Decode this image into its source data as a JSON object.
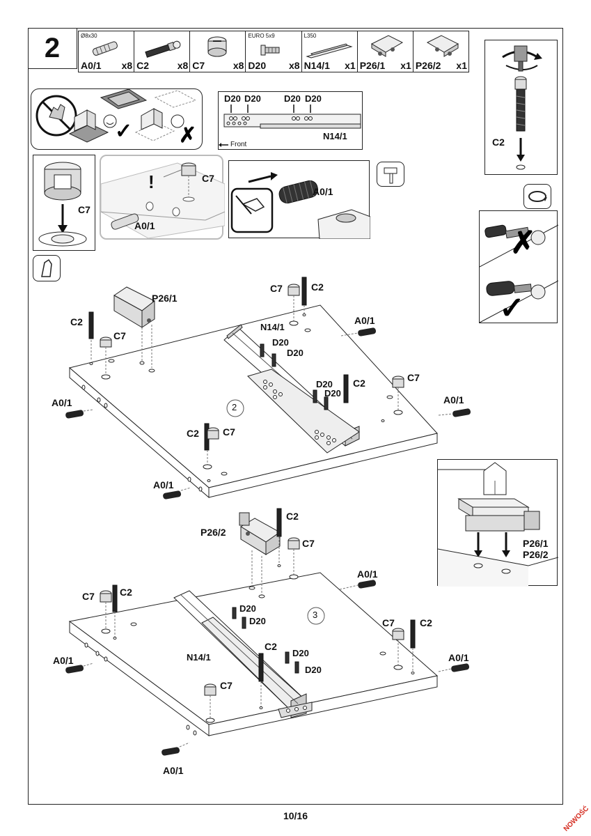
{
  "header": {
    "step_number": "2"
  },
  "parts": [
    {
      "code": "A0/1",
      "qty": "x8",
      "spec": "Ø8x30",
      "icon": "dowel-icon"
    },
    {
      "code": "C2",
      "qty": "x8",
      "spec": "",
      "icon": "cam-bolt-icon"
    },
    {
      "code": "C7",
      "qty": "x8",
      "spec": "",
      "icon": "cam-lock-icon"
    },
    {
      "code": "D20",
      "qty": "x8",
      "spec": "EURO 5x9",
      "icon": "euro-screw-icon"
    },
    {
      "code": "N14/1",
      "qty": "x1",
      "spec": "L350",
      "icon": "drawer-runner-icon"
    },
    {
      "code": "P26/1",
      "qty": "x1",
      "spec": "",
      "icon": "corner-connector-icon"
    },
    {
      "code": "P26/2",
      "qty": "x1",
      "spec": "",
      "icon": "corner-connector-icon"
    }
  ],
  "runner_detail": {
    "labels": [
      "D20",
      "D20",
      "D20",
      "D20"
    ],
    "runner_label": "N14/1",
    "front_label": "Front"
  },
  "screwdriver_panel": {
    "label": "C2"
  },
  "cam_detail": {
    "label": "C7"
  },
  "cam_hole_detail": {
    "warning": "!",
    "label_cam": "C7",
    "label_dowel": "A0/1"
  },
  "dowel_detail": {
    "label": "A0/1"
  },
  "connector_detail": {
    "label_1": "P26/1",
    "label_2": "P26/2"
  },
  "panel_2": {
    "circle_number": "2",
    "labels": {
      "p26": "P26/1",
      "c2_left": "C2",
      "c7_left": "C7",
      "c7_top": "C7",
      "c2_top": "C2",
      "n14": "N14/1",
      "d20_a": "D20",
      "d20_b": "D20",
      "a01_top_right": "A0/1",
      "d20_c": "D20",
      "d20_d": "D20",
      "c2_mid": "C2",
      "c7_right": "C7",
      "a01_left": "A0/1",
      "a01_right": "A0/1",
      "c2_front": "C2",
      "c7_front": "C7",
      "a01_bottom": "A0/1"
    }
  },
  "panel_3": {
    "circle_number": "3",
    "labels": {
      "p26": "P26/2",
      "c2_top": "C2",
      "c7_top": "C7",
      "a01_top_right": "A0/1",
      "c7_left": "C7",
      "c2_left": "C2",
      "d20_a": "D20",
      "d20_b": "D20",
      "c7_right": "C7",
      "c2_right": "C2",
      "a01_left": "A0/1",
      "n14": "N14/1",
      "c2_mid": "C2",
      "d20_c": "D20",
      "d20_d": "D20",
      "a01_right": "A0/1",
      "c7_front": "C7",
      "a01_bottom": "A0/1"
    }
  },
  "footer": {
    "page": "10/16"
  },
  "stamp": {
    "text": "NOWOŚĆ"
  }
}
